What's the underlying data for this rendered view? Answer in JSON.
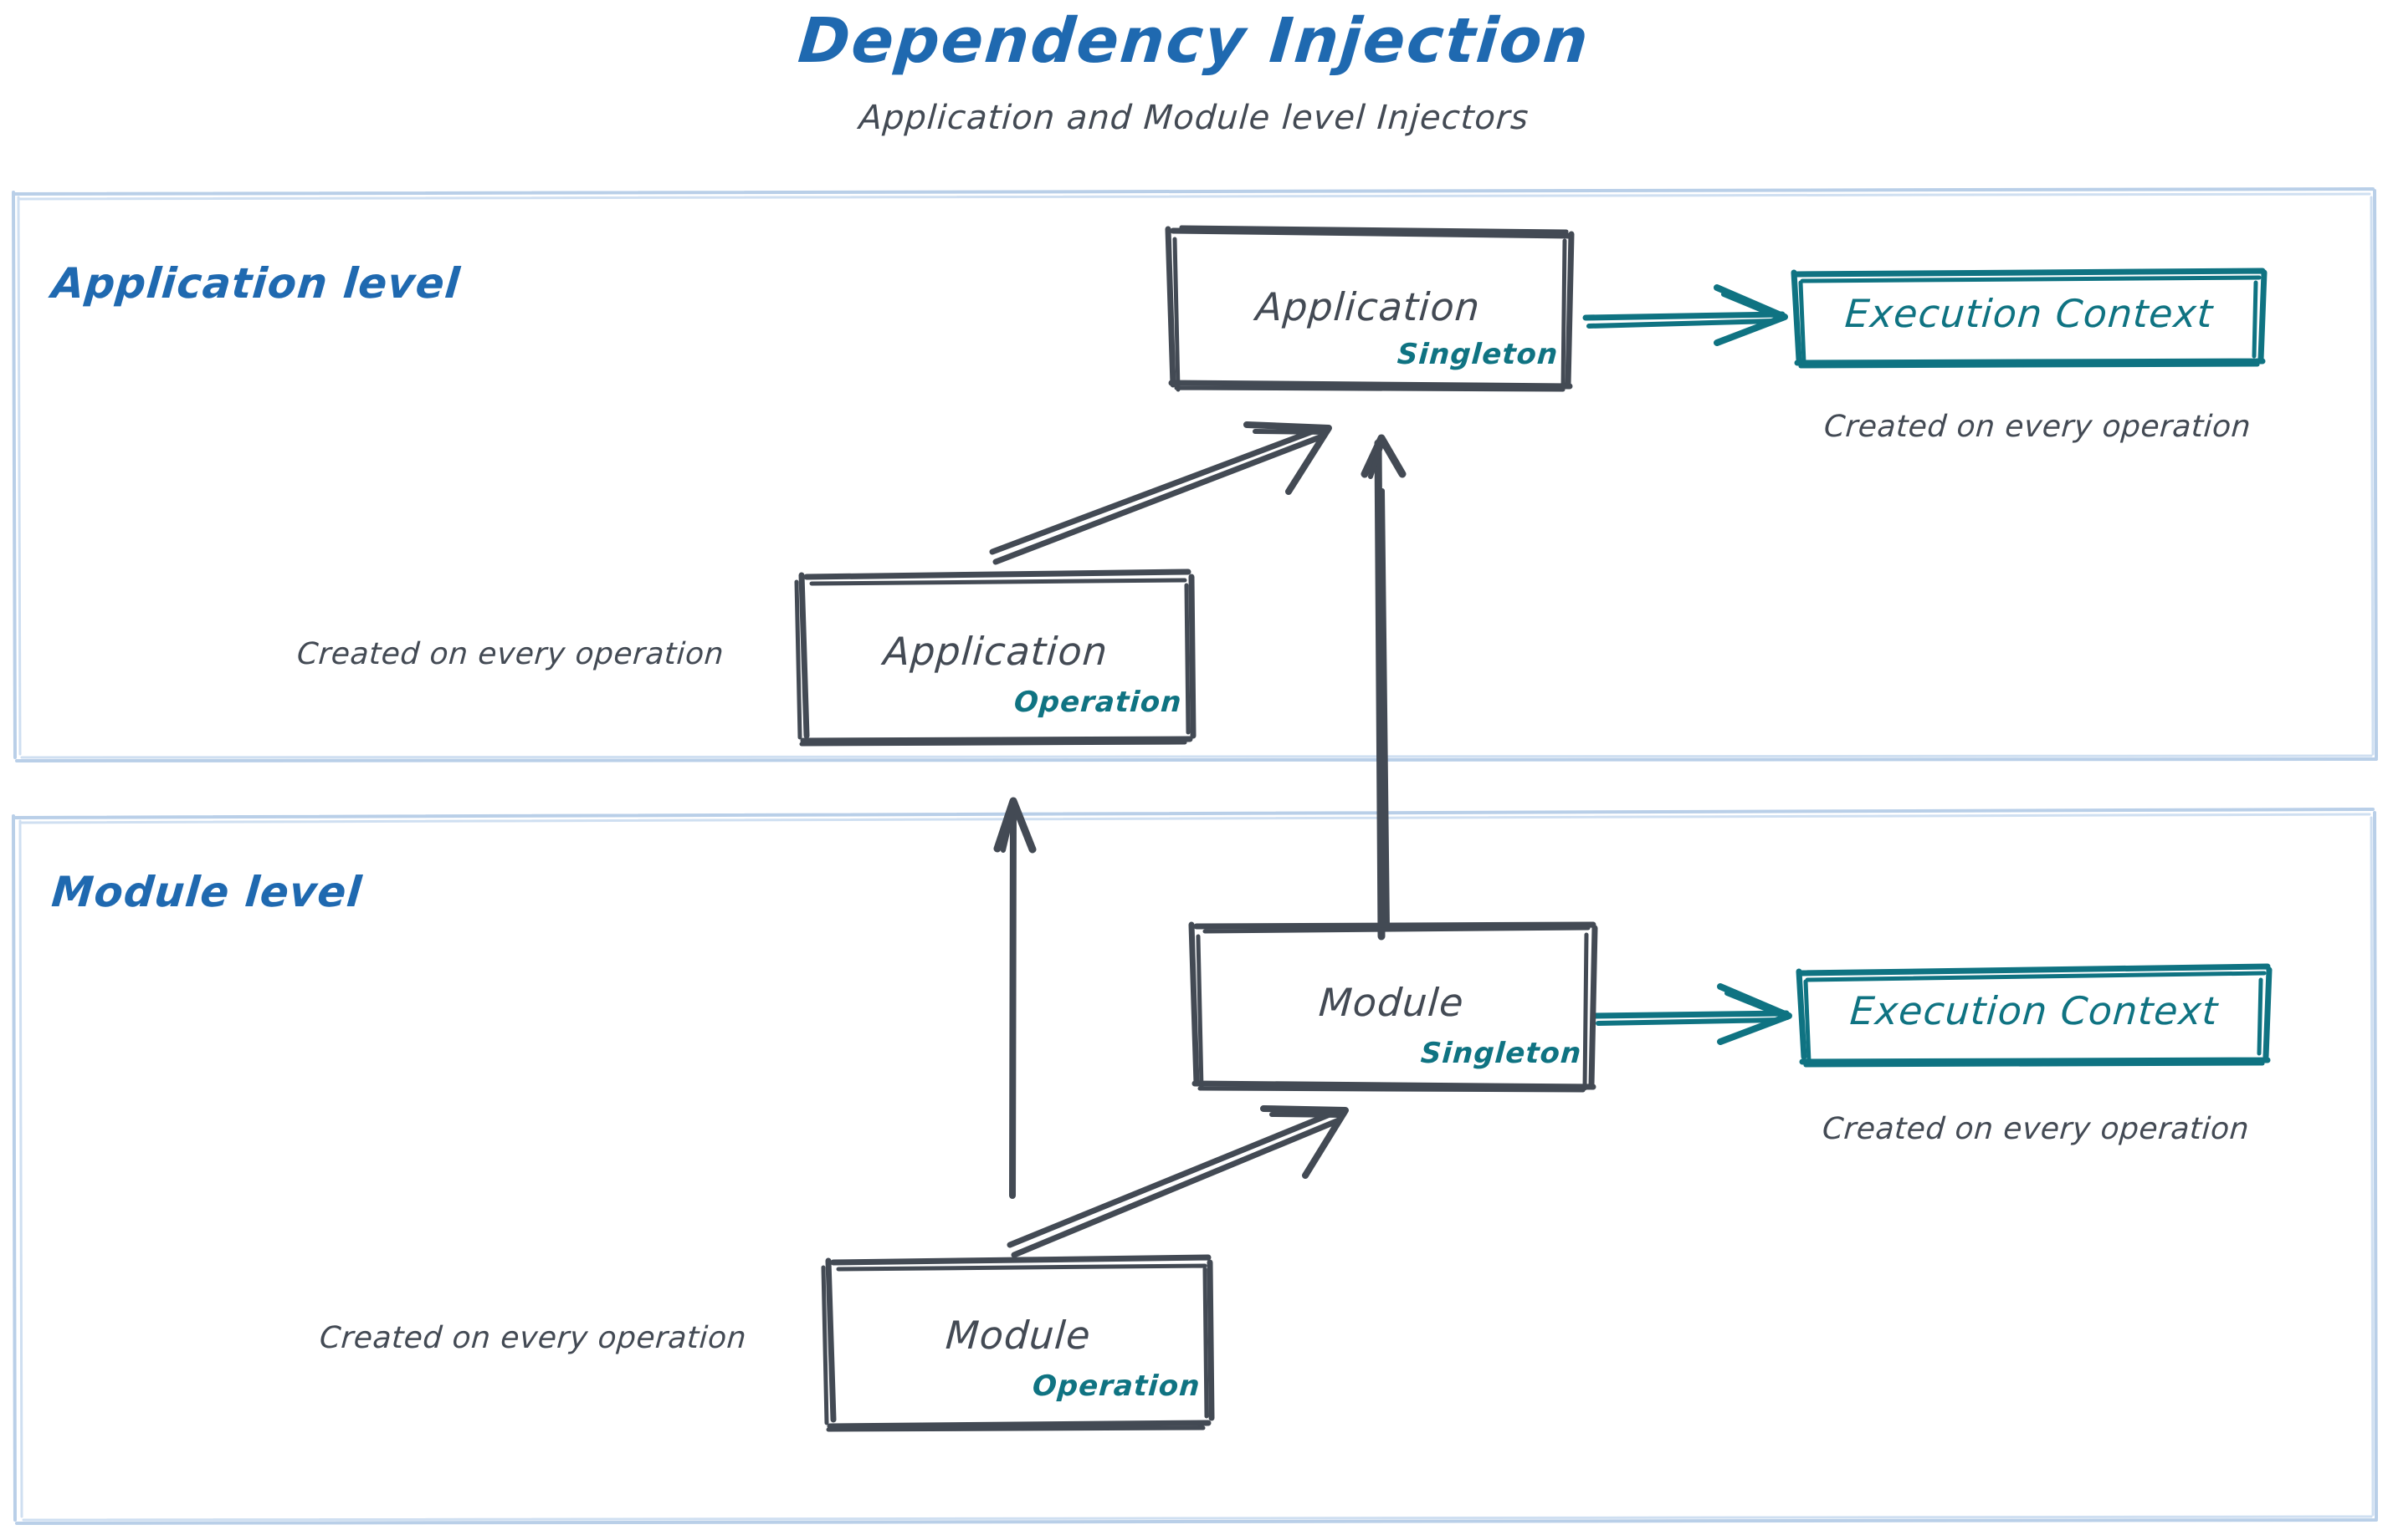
{
  "header": {
    "title": "Dependency Injection",
    "subtitle": "Application and Module level Injectors"
  },
  "colors": {
    "title_blue": "#1f69b0",
    "level_label_blue": "#1f69b0",
    "container_border_blue": "#b9cfe8",
    "node_text_gray": "#434a54",
    "node_border_gray": "#434a54",
    "scope_teal": "#0f7382",
    "context_teal": "#0f7382",
    "caption_gray": "#434a54",
    "background": "#ffffff"
  },
  "sections": [
    {
      "id": "application-level",
      "label": "Application level",
      "nodes": [
        {
          "id": "application-singleton",
          "title": "Application",
          "scope": "Singleton"
        },
        {
          "id": "application-operation",
          "title": "Application",
          "scope": "Operation"
        },
        {
          "id": "application-execution-context",
          "title": "Execution Context"
        }
      ],
      "captions": [
        {
          "id": "app-context-caption",
          "text": "Created on every operation"
        },
        {
          "id": "app-operation-caption",
          "text": "Created on every operation"
        }
      ]
    },
    {
      "id": "module-level",
      "label": "Module level",
      "nodes": [
        {
          "id": "module-singleton",
          "title": "Module",
          "scope": "Singleton"
        },
        {
          "id": "module-operation",
          "title": "Module",
          "scope": "Operation"
        },
        {
          "id": "module-execution-context",
          "title": "Execution Context"
        }
      ],
      "captions": [
        {
          "id": "module-context-caption",
          "text": "Created on every operation"
        },
        {
          "id": "module-operation-caption",
          "text": "Created on every operation"
        }
      ]
    }
  ],
  "connections": [
    {
      "id": "app-singleton-to-execution-context",
      "from": "application-singleton",
      "to": "application-execution-context",
      "style": "teal-arrow"
    },
    {
      "id": "app-operation-to-app-singleton",
      "from": "application-operation",
      "to": "application-singleton",
      "style": "gray-arrow"
    },
    {
      "id": "module-singleton-to-app-singleton",
      "from": "module-singleton",
      "to": "application-singleton",
      "style": "gray-arrow"
    },
    {
      "id": "module-operation-to-app-operation",
      "from": "module-operation",
      "to": "application-operation",
      "style": "gray-arrow"
    },
    {
      "id": "module-operation-to-module-singleton",
      "from": "module-operation",
      "to": "module-singleton",
      "style": "gray-arrow"
    },
    {
      "id": "module-singleton-to-execution-context",
      "from": "module-singleton",
      "to": "module-execution-context",
      "style": "teal-arrow"
    }
  ]
}
